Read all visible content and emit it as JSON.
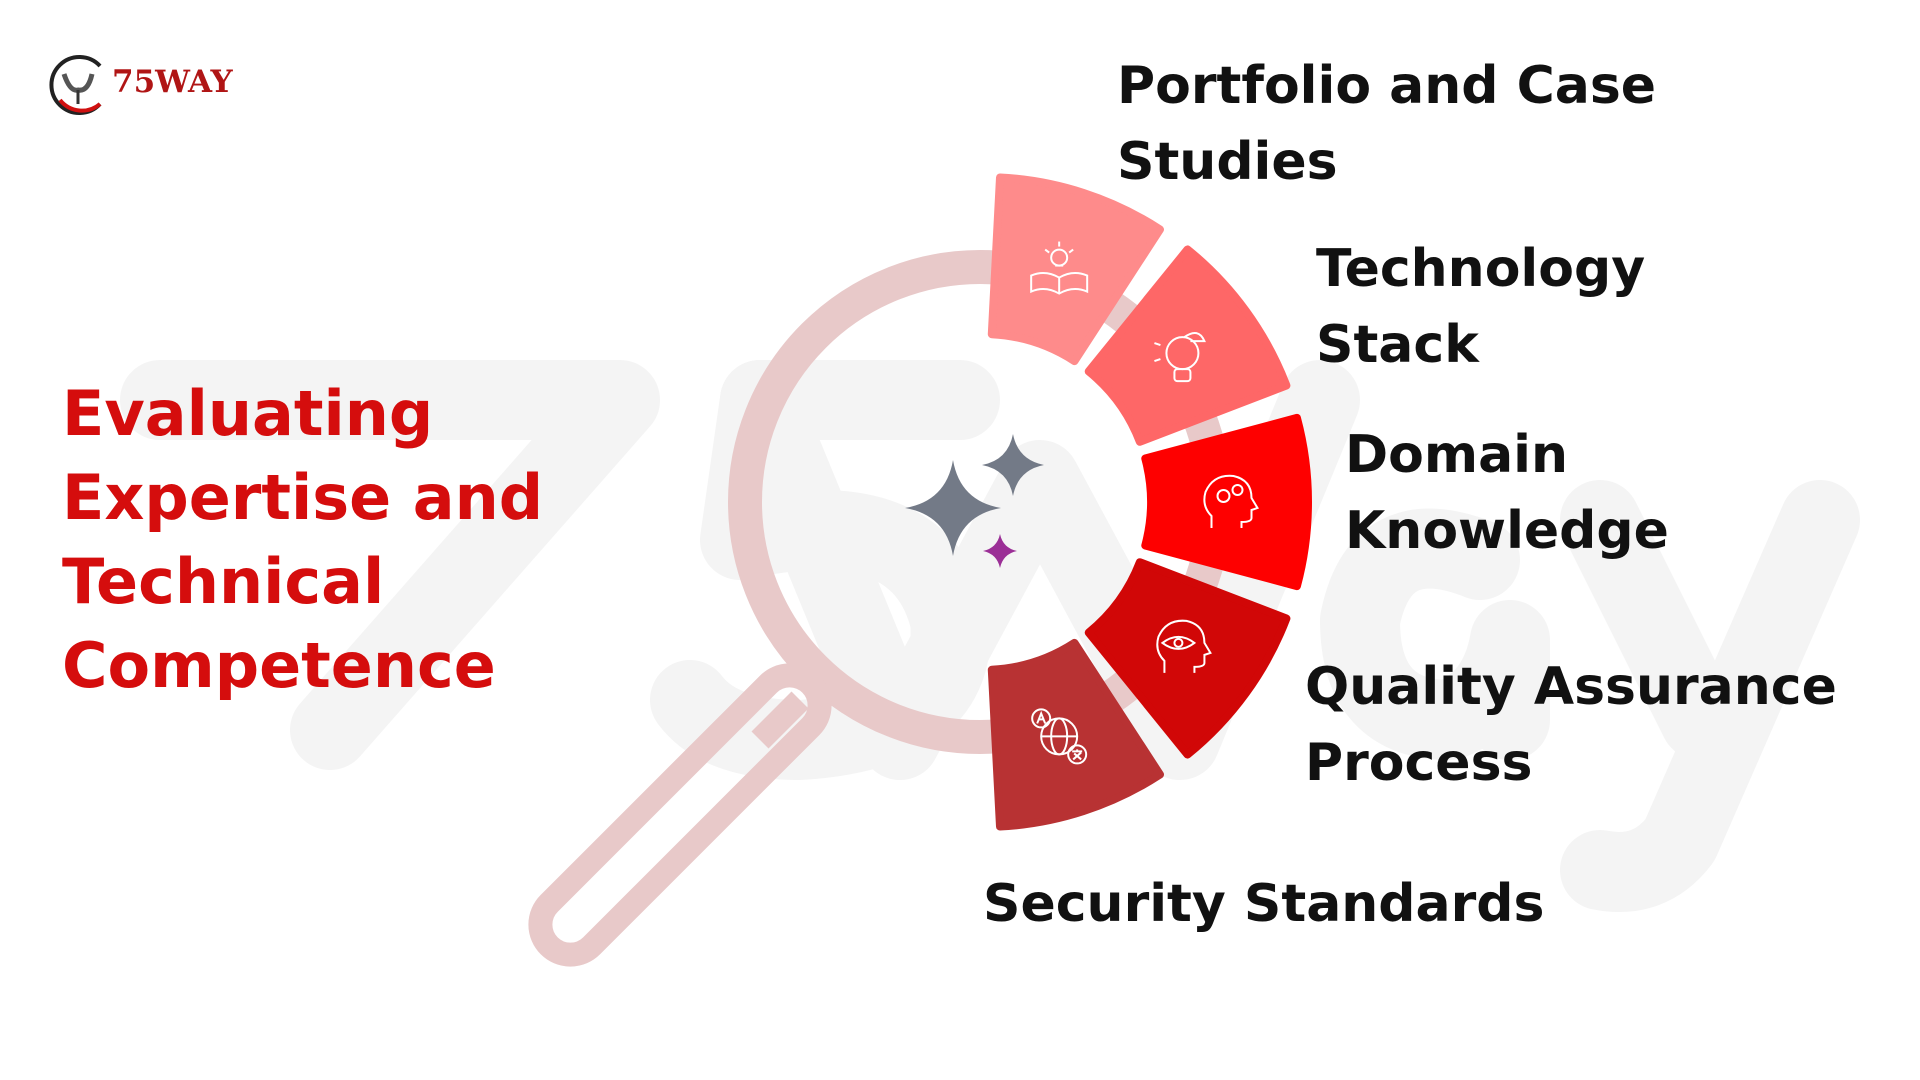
{
  "logo": {
    "text": "75WAY"
  },
  "watermark": "75Way",
  "title": {
    "lines": [
      "Evaluating",
      "Expertise and",
      "Technical",
      "Competence"
    ],
    "color": "#d50d0d"
  },
  "segments": [
    {
      "label_lines": [
        "Portfolio and Case",
        "Studies"
      ],
      "color": "#fe8b8b",
      "icon": "book-lightbulb-icon"
    },
    {
      "label_lines": [
        "Technology",
        "Stack"
      ],
      "color": "#fe6767",
      "icon": "puzzle-lightbulb-icon"
    },
    {
      "label_lines": [
        "Domain",
        "Knowledge"
      ],
      "color": "#fe0000",
      "icon": "head-gears-icon"
    },
    {
      "label_lines": [
        "Quality Assurance",
        "Process"
      ],
      "color": "#d10707",
      "icon": "head-eye-icon"
    },
    {
      "label_lines": [
        "Security Standards"
      ],
      "color": "#b83233",
      "icon": "globe-translate-icon"
    }
  ],
  "colors": {
    "magnifier": "#e8c9c9",
    "sparkle": "#737a87",
    "sparkle_accent": "#9b2f96"
  }
}
